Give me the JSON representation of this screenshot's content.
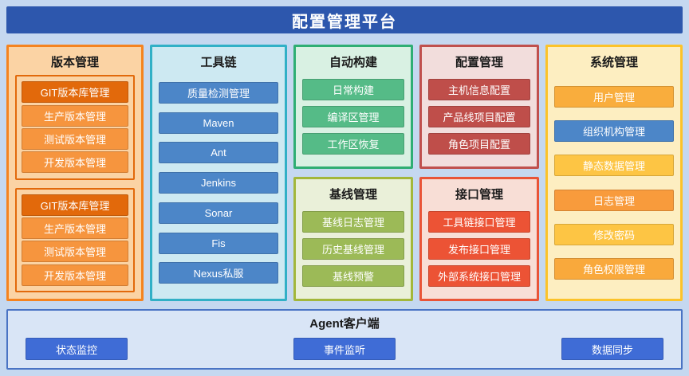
{
  "canvas": {
    "bg": "#c5d8f0"
  },
  "header": {
    "title": "配置管理平台",
    "bg": "#2d57ad",
    "text_color": "#ffffff"
  },
  "sections": {
    "version": {
      "title": "版本管理",
      "border": "#f5831f",
      "bg": "#fbd3a4",
      "groups": [
        {
          "border": "#e2690b",
          "items": [
            {
              "label": "GIT版本库管理",
              "bg": "#e2690b"
            },
            {
              "label": "生产版本管理",
              "bg": "#f6953e"
            },
            {
              "label": "测试版本管理",
              "bg": "#f6953e"
            },
            {
              "label": "开发版本管理",
              "bg": "#f6953e"
            }
          ]
        },
        {
          "border": "#e2690b",
          "items": [
            {
              "label": "GIT版本库管理",
              "bg": "#e2690b"
            },
            {
              "label": "生产版本管理",
              "bg": "#f6953e"
            },
            {
              "label": "测试版本管理",
              "bg": "#f6953e"
            },
            {
              "label": "开发版本管理",
              "bg": "#f6953e"
            }
          ]
        }
      ]
    },
    "toolchain": {
      "title": "工具链",
      "border": "#31b0c6",
      "bg": "#cde9f2",
      "items": [
        {
          "label": "质量检测管理",
          "bg": "#4c86c8"
        },
        {
          "label": "Maven",
          "bg": "#4c86c8"
        },
        {
          "label": "Ant",
          "bg": "#4c86c8"
        },
        {
          "label": "Jenkins",
          "bg": "#4c86c8"
        },
        {
          "label": "Sonar",
          "bg": "#4c86c8"
        },
        {
          "label": "Fis",
          "bg": "#4c86c8"
        },
        {
          "label": "Nexus私服",
          "bg": "#4c86c8"
        }
      ]
    },
    "build": {
      "title": "自动构建",
      "border": "#2fae74",
      "bg": "#d9f1e3",
      "items": [
        {
          "label": "日常构建",
          "bg": "#55bb87"
        },
        {
          "label": "编译区管理",
          "bg": "#55bb87"
        },
        {
          "label": "工作区恢复",
          "bg": "#55bb87"
        }
      ]
    },
    "baseline": {
      "title": "基线管理",
      "border": "#a3b73a",
      "bg": "#eaf0d9",
      "items": [
        {
          "label": "基线日志管理",
          "bg": "#9cba57"
        },
        {
          "label": "历史基线管理",
          "bg": "#9cba57"
        },
        {
          "label": "基线预警",
          "bg": "#9cba57"
        }
      ]
    },
    "config": {
      "title": "配置管理",
      "border": "#c0504d",
      "bg": "#f2dddc",
      "items": [
        {
          "label": "主机信息配置",
          "bg": "#bf4e4a"
        },
        {
          "label": "产品线项目配置",
          "bg": "#bf4e4a"
        },
        {
          "label": "角色项目配置",
          "bg": "#bf4e4a"
        }
      ]
    },
    "interface": {
      "title": "接口管理",
      "border": "#e95437",
      "bg": "#f8ded6",
      "items": [
        {
          "label": "工具链接口管理",
          "bg": "#ec5335"
        },
        {
          "label": "发布接口管理",
          "bg": "#ec5335"
        },
        {
          "label": "外部系统接口管理",
          "bg": "#ec5335"
        }
      ]
    },
    "system": {
      "title": "系统管理",
      "border": "#fcc32a",
      "bg": "#fdeec1",
      "items": [
        {
          "label": "用户管理",
          "bg": "#f9ad3d"
        },
        {
          "label": "组织机构管理",
          "bg": "#4c86c8"
        },
        {
          "label": "静态数据管理",
          "bg": "#fdc544"
        },
        {
          "label": "日志管理",
          "bg": "#f89b3c"
        },
        {
          "label": "修改密码",
          "bg": "#fdc544"
        },
        {
          "label": "角色权限管理",
          "bg": "#f9a93c"
        }
      ]
    },
    "agent": {
      "title": "Agent客户端",
      "border": "#4a74c4",
      "bg": "#d9e5f6",
      "items": [
        {
          "label": "状态监控",
          "bg": "#3f6cd6"
        },
        {
          "label": "事件监听",
          "bg": "#3f6cd6"
        },
        {
          "label": "数据同步",
          "bg": "#3f6cd6"
        }
      ]
    }
  }
}
